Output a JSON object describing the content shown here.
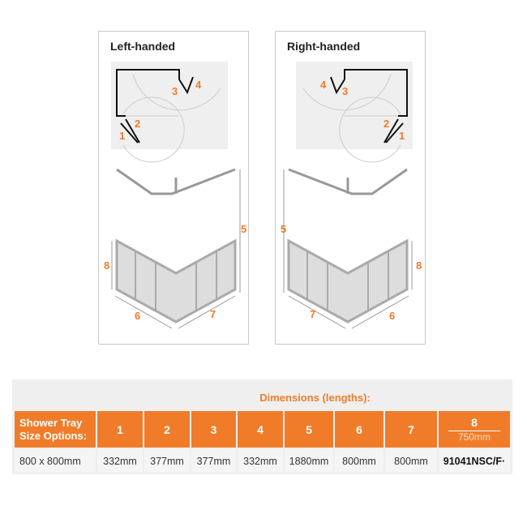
{
  "panels": [
    {
      "title": "Left-handed",
      "labels": [
        "1",
        "2",
        "3",
        "4",
        "5",
        "6",
        "7",
        "8"
      ]
    },
    {
      "title": "Right-handed",
      "labels": [
        "1",
        "2",
        "3",
        "4",
        "5",
        "6",
        "7",
        "8"
      ]
    }
  ],
  "table": {
    "title": "Dimensions (lengths):",
    "header": [
      "Shower Tray Size Options:",
      "1",
      "2",
      "3",
      "4",
      "5",
      "6",
      "7",
      "8"
    ],
    "header_8_sub": "750mm",
    "row": [
      "800 x 800mm",
      "332mm",
      "377mm",
      "377mm",
      "332mm",
      "1880mm",
      "800mm",
      "800mm",
      "91041NSC/F·"
    ]
  },
  "colors": {
    "accent": "#f07c2a"
  }
}
